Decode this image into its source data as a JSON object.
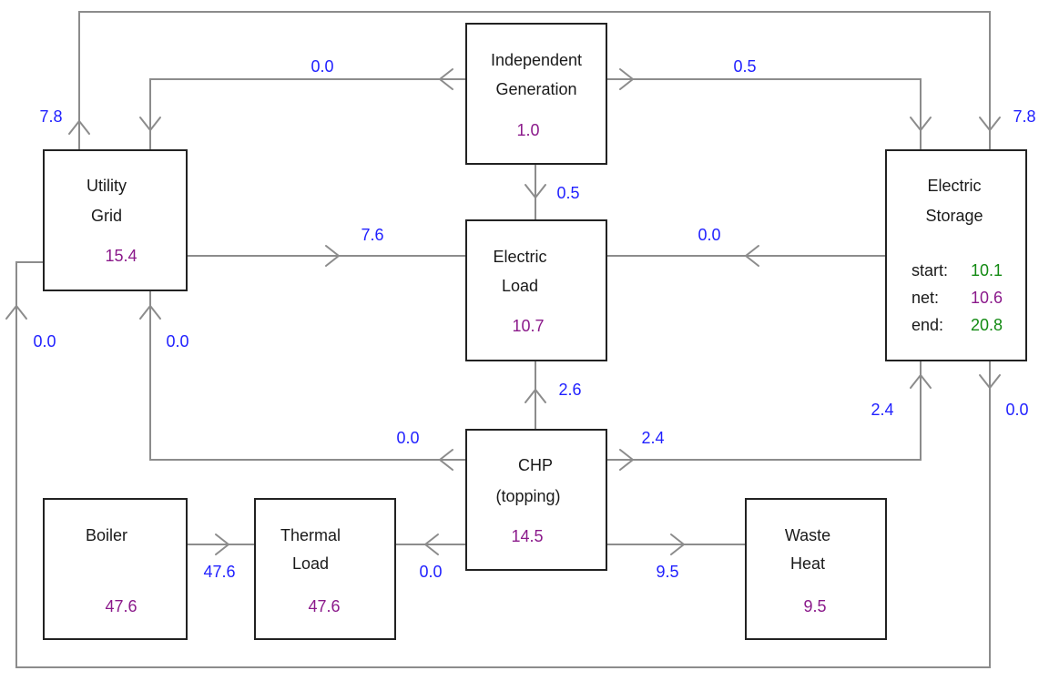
{
  "colors": {
    "box_border": "#222222",
    "connector": "#8c8c8c",
    "flow_value": "#1f1fff",
    "node_value": "#8b1a8b",
    "storage_state": "#138a13"
  },
  "nodes": {
    "independent_generation": {
      "line1": "Independent",
      "line2": "Generation",
      "value": "1.0"
    },
    "utility_grid": {
      "line1": "Utility",
      "line2": "Grid",
      "value": "15.4"
    },
    "electric_load": {
      "line1": "Electric",
      "line2": "Load",
      "value": "10.7"
    },
    "electric_storage": {
      "line1": "Electric",
      "line2": "Storage",
      "start_label": "start:",
      "start_value": "10.1",
      "net_label": "net:",
      "net_value": "10.6",
      "end_label": "end:",
      "end_value": "20.8"
    },
    "chp": {
      "line1": "CHP",
      "line2": "(topping)",
      "value": "14.5"
    },
    "boiler": {
      "line1": "Boiler",
      "value": "47.6"
    },
    "thermal_load": {
      "line1": "Thermal",
      "line2": "Load",
      "value": "47.6"
    },
    "waste_heat": {
      "line1": "Waste",
      "line2": "Heat",
      "value": "9.5"
    }
  },
  "flows": {
    "gen_to_grid": "0.0",
    "gen_to_storage": "0.5",
    "gen_to_load": "0.5",
    "grid_outer_up": "7.8",
    "storage_outer_down": "7.8",
    "grid_to_load": "7.6",
    "storage_to_load": "0.0",
    "chp_to_load": "2.6",
    "chp_to_grid": "0.0",
    "chp_to_storage": "2.4",
    "storage_in_from_chp": "2.4",
    "storage_bottom_out": "0.0",
    "grid_bottom_in": "0.0",
    "grid_left_loop": "0.0",
    "boiler_to_thermal": "47.6",
    "chp_to_thermal": "0.0",
    "chp_to_waste": "9.5"
  }
}
